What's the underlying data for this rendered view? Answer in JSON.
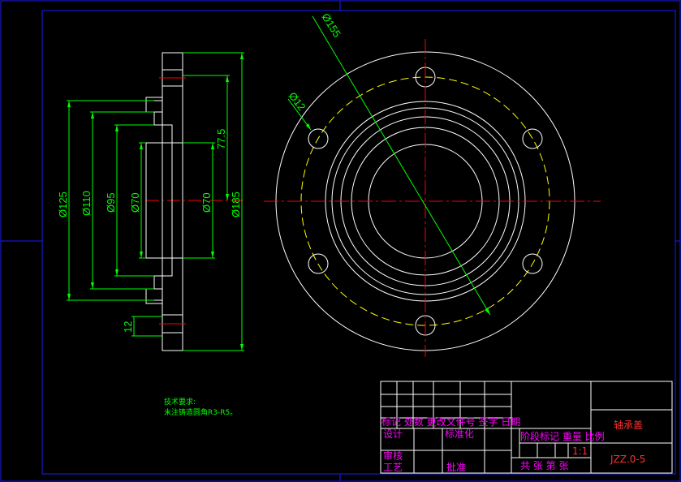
{
  "drawing": {
    "background": "#000000",
    "border_color": "#0000ff",
    "outline_color": "#ffffff",
    "dimension_color": "#00ff00",
    "centerline_color": "#ff0000",
    "pitch_circle_color": "#ffff00",
    "titleblock_text_color": "#ff00ff"
  },
  "side_view": {
    "dims": {
      "d125": "Ø125",
      "d110": "Ø110",
      "d95": "Ø95",
      "d70_left": "Ø70",
      "d70_right": "Ø70",
      "d185": "Ø185",
      "len77": "77.5",
      "thk12": "12"
    }
  },
  "front_view": {
    "dims": {
      "d155": "Ø155",
      "d12": "Ø12"
    }
  },
  "notes": {
    "line1": "技术要求:",
    "line2": "未注铸造圆角R3-R5。"
  },
  "title_block": {
    "row_header": "标记 处数 更改文件号 签字 日期",
    "design": "设计",
    "standardize": "标准化",
    "review": "审核",
    "process": "工艺",
    "approve": "批准",
    "stage_header": "阶段标记 重量 比例",
    "scale": "1:1",
    "sheets": "共 张 第 张",
    "part_name": "轴承盖",
    "drawing_no": "JZZ.0-5"
  }
}
